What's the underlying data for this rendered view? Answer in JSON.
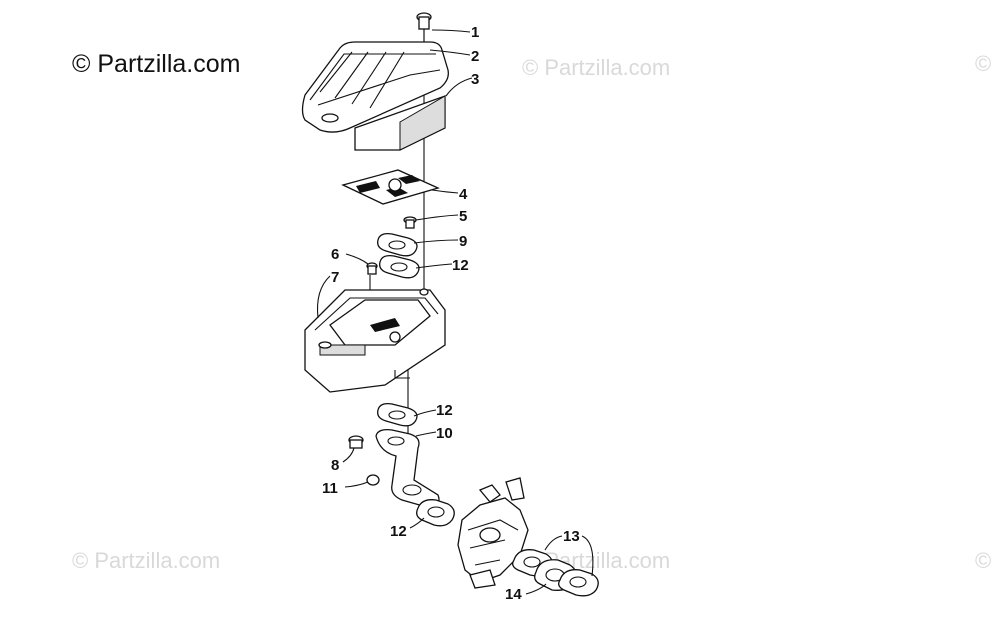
{
  "watermark": {
    "main": "© Partzilla.com",
    "ghost": "© Partzilla.com",
    "ghost_partial": "©"
  },
  "callouts": [
    {
      "id": "c1",
      "label": "1"
    },
    {
      "id": "c2",
      "label": "2"
    },
    {
      "id": "c3",
      "label": "3"
    },
    {
      "id": "c4",
      "label": "4"
    },
    {
      "id": "c5",
      "label": "5"
    },
    {
      "id": "c9",
      "label": "9"
    },
    {
      "id": "c6",
      "label": "6"
    },
    {
      "id": "c12a",
      "label": "12"
    },
    {
      "id": "c7",
      "label": "7"
    },
    {
      "id": "c12b",
      "label": "12"
    },
    {
      "id": "c10",
      "label": "10"
    },
    {
      "id": "c8",
      "label": "8"
    },
    {
      "id": "c11",
      "label": "11"
    },
    {
      "id": "c12c",
      "label": "12"
    },
    {
      "id": "c13",
      "label": "13"
    },
    {
      "id": "c14",
      "label": "14"
    }
  ],
  "colors": {
    "line": "#111111",
    "watermark": "#d9d9d9"
  }
}
